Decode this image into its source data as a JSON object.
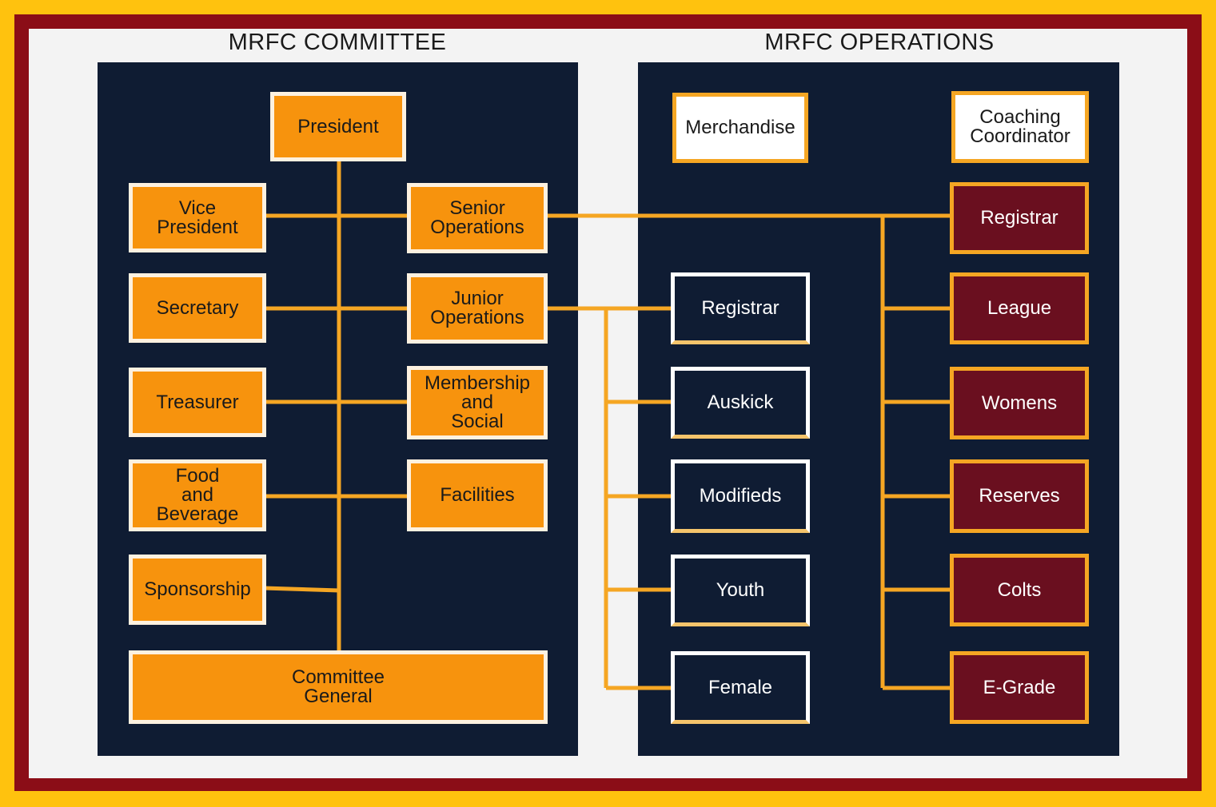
{
  "colors": {
    "outer_border": "#ffc20e",
    "inner_border": "#8b0d17",
    "panel": "#0f1c33",
    "connector": "#f5a623",
    "orange_box": "#f7930d",
    "maroon_box": "#6a0f1f"
  },
  "committee": {
    "title": "MRFC COMMITTEE",
    "president": "President",
    "vice_president": "Vice\nPresident",
    "secretary": "Secretary",
    "treasurer": "Treasurer",
    "food_beverage": "Food\nand\nBeverage",
    "sponsorship": "Sponsorship",
    "senior_operations": "Senior\nOperations",
    "junior_operations": "Junior\nOperations",
    "membership_social": "Membership\nand\nSocial",
    "facilities": "Facilities",
    "committee_general": "Committee\nGeneral"
  },
  "operations": {
    "title": "MRFC OPERATIONS",
    "merchandise": "Merchandise",
    "coaching_coordinator": "Coaching\nCoordinator",
    "junior": [
      "Registrar",
      "Auskick",
      "Modifieds",
      "Youth",
      "Female"
    ],
    "senior": [
      "Registrar",
      "League",
      "Womens",
      "Reserves",
      "Colts",
      "E-Grade"
    ]
  }
}
